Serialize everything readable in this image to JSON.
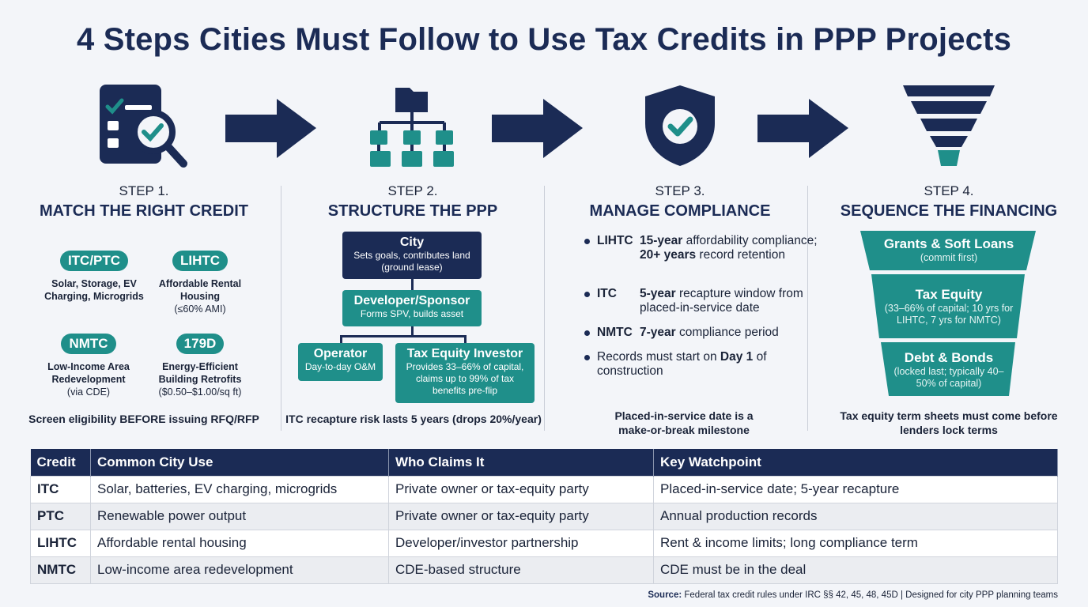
{
  "title": "4 Steps Cities Must Follow to Use Tax Credits in PPP Projects",
  "icons": [
    "checklist-magnifier-icon",
    "org-chart-icon",
    "shield-check-icon",
    "funnel-icon"
  ],
  "colors": {
    "navy": "#1b2b55",
    "teal": "#1f8f8a",
    "background": "#f3f5f9"
  },
  "steps": [
    {
      "num": "STEP 1.",
      "name": "MATCH THE RIGHT CREDIT",
      "credits": [
        {
          "code": "ITC/PTC",
          "desc": "Solar, Storage, EV Charging, Microgrids",
          "sub": ""
        },
        {
          "code": "LIHTC",
          "desc": "Affordable Rental Housing",
          "sub": "(≤60% AMI)"
        },
        {
          "code": "NMTC",
          "desc": "Low-Income Area Redevelopment",
          "sub": "(via CDE)"
        },
        {
          "code": "179D",
          "desc": "Energy-Efficient Building Retrofits",
          "sub": "($0.50–$1.00/sq ft)"
        }
      ],
      "note": "Screen eligibility BEFORE issuing RFQ/RFP"
    },
    {
      "num": "STEP 2.",
      "name": "STRUCTURE THE PPP",
      "org": {
        "city": {
          "title": "City",
          "sub": "Sets goals, contributes land (ground lease)"
        },
        "developer": {
          "title": "Developer/Sponsor",
          "sub": "Forms SPV, builds asset"
        },
        "operator": {
          "title": "Operator",
          "sub": "Day-to-day O&M"
        },
        "investor": {
          "title": "Tax Equity Investor",
          "sub": "Provides 33–66% of capital, claims up to 99% of tax benefits pre-flip"
        }
      },
      "note": "ITC recapture risk lasts 5 years (drops 20%/year)"
    },
    {
      "num": "STEP 3.",
      "name": "MANAGE COMPLIANCE",
      "items": [
        {
          "code": "LIHTC",
          "text_a": "15-year",
          "text_b": " affordability compliance; ",
          "text_c": "20+ years",
          "text_d": " record retention"
        },
        {
          "code": "ITC",
          "text_a": "5-year",
          "text_b": " recapture window from placed-in-service date"
        },
        {
          "code": "NMTC",
          "text_a": "7-year",
          "text_b": " compliance period"
        },
        {
          "text_a": "Records must start on ",
          "text_b": "Day 1",
          "text_c": " of construction"
        }
      ],
      "note": "Placed-in-service date is a make-or-break milestone"
    },
    {
      "num": "STEP 4.",
      "name": "SEQUENCE THE FINANCING",
      "funnel": [
        {
          "title": "Grants & Soft Loans",
          "sub": "(commit first)"
        },
        {
          "title": "Tax Equity",
          "sub": "(33–66% of capital; 10 yrs for LIHTC, 7 yrs for NMTC)"
        },
        {
          "title": "Debt & Bonds",
          "sub": "(locked last; typically 40–50% of capital)"
        }
      ],
      "note": "Tax equity term sheets must come before lenders lock terms"
    }
  ],
  "table": {
    "headers": [
      "Credit",
      "Common City Use",
      "Who Claims It",
      "Key Watchpoint"
    ],
    "rows": [
      [
        "ITC",
        "Solar, batteries, EV charging, microgrids",
        "Private owner or tax-equity party",
        "Placed-in-service date; 5-year recapture"
      ],
      [
        "PTC",
        "Renewable power output",
        "Private owner or tax-equity party",
        "Annual production records"
      ],
      [
        "LIHTC",
        "Affordable rental housing",
        "Developer/investor partnership",
        "Rent & income limits; long compliance term"
      ],
      [
        "NMTC",
        "Low-income area redevelopment",
        "CDE-based structure",
        "CDE must be in the deal"
      ]
    ]
  },
  "source": {
    "label": "Source:",
    "text": " Federal tax credit rules under IRC §§ 42, 45, 48, 45D | Designed for city PPP planning teams"
  }
}
